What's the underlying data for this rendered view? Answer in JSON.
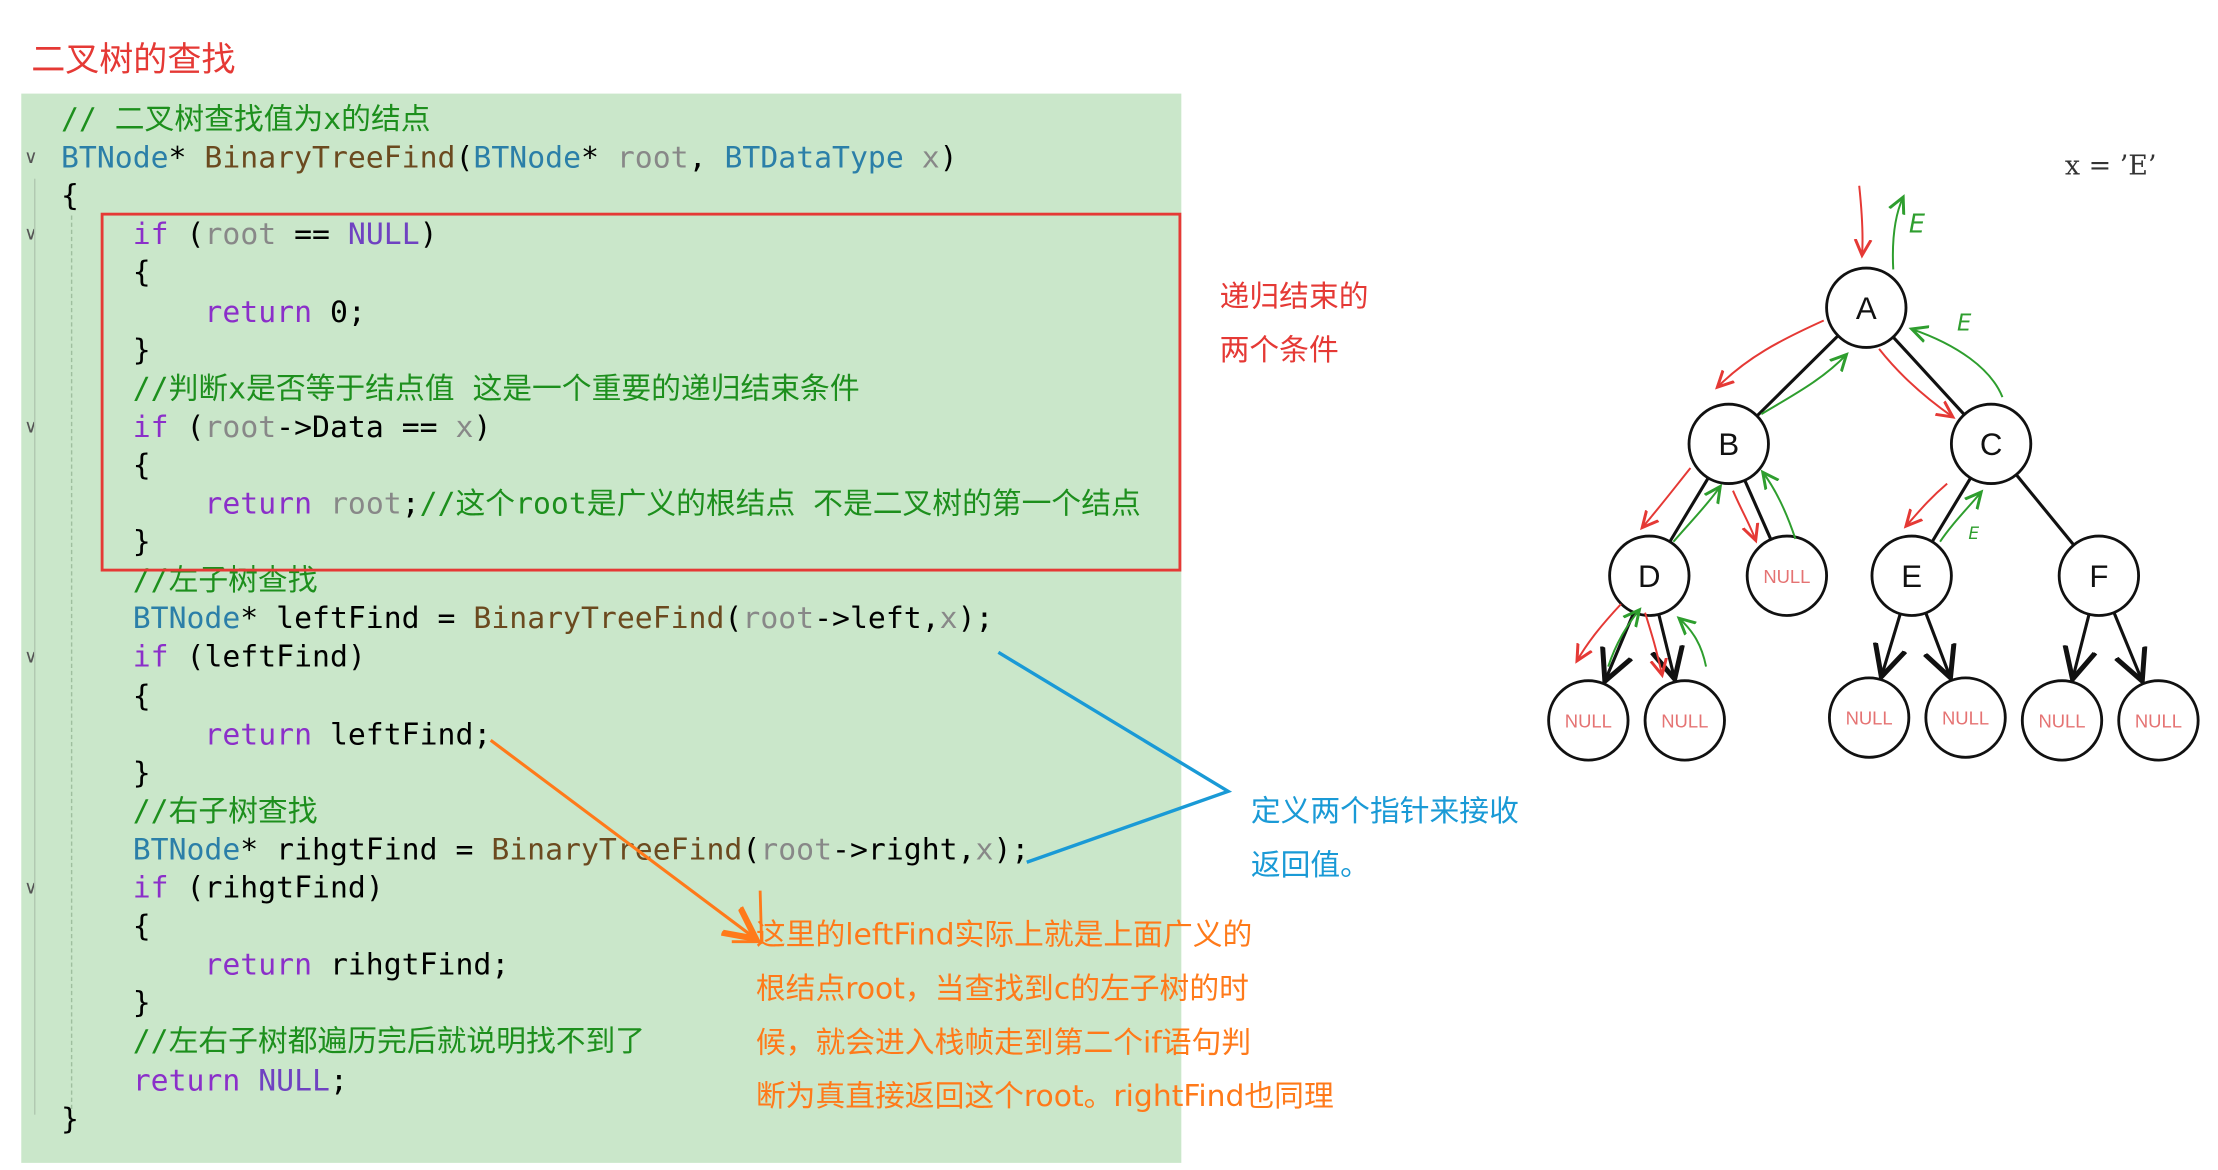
{
  "title": "二叉树的查找",
  "code_lines": [
    [
      {
        "t": "// 二叉树查找值为x的结点",
        "c": "cm"
      }
    ],
    [
      {
        "t": "BTNode",
        "c": "ty"
      },
      {
        "t": "* ",
        "c": "tx"
      },
      {
        "t": "BinaryTreeFind",
        "c": "fn"
      },
      {
        "t": "(",
        "c": "tx"
      },
      {
        "t": "BTNode",
        "c": "ty"
      },
      {
        "t": "* ",
        "c": "tx"
      },
      {
        "t": "root",
        "c": "var"
      },
      {
        "t": ", ",
        "c": "tx"
      },
      {
        "t": "BTDataType",
        "c": "ty"
      },
      {
        "t": " ",
        "c": "tx"
      },
      {
        "t": "x",
        "c": "var"
      },
      {
        "t": ")",
        "c": "tx"
      }
    ],
    [
      {
        "t": "{",
        "c": "tx"
      }
    ],
    [
      {
        "t": "    ",
        "c": "tx"
      },
      {
        "t": "if",
        "c": "kw"
      },
      {
        "t": " (",
        "c": "tx"
      },
      {
        "t": "root",
        "c": "var"
      },
      {
        "t": " == ",
        "c": "tx"
      },
      {
        "t": "NULL",
        "c": "con"
      },
      {
        "t": ")",
        "c": "tx"
      }
    ],
    [
      {
        "t": "    {",
        "c": "tx"
      }
    ],
    [
      {
        "t": "        ",
        "c": "tx"
      },
      {
        "t": "return",
        "c": "kw"
      },
      {
        "t": " 0;",
        "c": "tx"
      }
    ],
    [
      {
        "t": "    }",
        "c": "tx"
      }
    ],
    [
      {
        "t": "    ",
        "c": "tx"
      },
      {
        "t": "//判断x是否等于结点值 这是一个重要的递归结束条件",
        "c": "cm"
      }
    ],
    [
      {
        "t": "    ",
        "c": "tx"
      },
      {
        "t": "if",
        "c": "kw"
      },
      {
        "t": " (",
        "c": "tx"
      },
      {
        "t": "root",
        "c": "var"
      },
      {
        "t": "->Data == ",
        "c": "tx"
      },
      {
        "t": "x",
        "c": "var"
      },
      {
        "t": ")",
        "c": "tx"
      }
    ],
    [
      {
        "t": "    {",
        "c": "tx"
      }
    ],
    [
      {
        "t": "        ",
        "c": "tx"
      },
      {
        "t": "return",
        "c": "kw"
      },
      {
        "t": " ",
        "c": "tx"
      },
      {
        "t": "root",
        "c": "var"
      },
      {
        "t": ";",
        "c": "tx"
      },
      {
        "t": "//这个root是广义的根结点 不是二叉树的第一个结点",
        "c": "cm"
      }
    ],
    [
      {
        "t": "    }",
        "c": "tx"
      }
    ],
    [
      {
        "t": "    ",
        "c": "tx"
      },
      {
        "t": "//左子树查找",
        "c": "cm"
      }
    ],
    [
      {
        "t": "    ",
        "c": "tx"
      },
      {
        "t": "BTNode",
        "c": "ty"
      },
      {
        "t": "* leftFind = ",
        "c": "tx"
      },
      {
        "t": "BinaryTreeFind",
        "c": "fn"
      },
      {
        "t": "(",
        "c": "tx"
      },
      {
        "t": "root",
        "c": "var"
      },
      {
        "t": "->left,",
        "c": "tx"
      },
      {
        "t": "x",
        "c": "var"
      },
      {
        "t": ");",
        "c": "tx"
      }
    ],
    [
      {
        "t": "    ",
        "c": "tx"
      },
      {
        "t": "if",
        "c": "kw"
      },
      {
        "t": " (leftFind)",
        "c": "tx"
      }
    ],
    [
      {
        "t": "    {",
        "c": "tx"
      }
    ],
    [
      {
        "t": "        ",
        "c": "tx"
      },
      {
        "t": "return",
        "c": "kw"
      },
      {
        "t": " leftFind;",
        "c": "tx"
      }
    ],
    [
      {
        "t": "    }",
        "c": "tx"
      }
    ],
    [
      {
        "t": "    ",
        "c": "tx"
      },
      {
        "t": "//右子树查找",
        "c": "cm"
      }
    ],
    [
      {
        "t": "    ",
        "c": "tx"
      },
      {
        "t": "BTNode",
        "c": "ty"
      },
      {
        "t": "* rihgtFind = ",
        "c": "tx"
      },
      {
        "t": "BinaryTreeFind",
        "c": "fn"
      },
      {
        "t": "(",
        "c": "tx"
      },
      {
        "t": "root",
        "c": "var"
      },
      {
        "t": "->right,",
        "c": "tx"
      },
      {
        "t": "x",
        "c": "var"
      },
      {
        "t": ");",
        "c": "tx"
      }
    ],
    [
      {
        "t": "    ",
        "c": "tx"
      },
      {
        "t": "if",
        "c": "kw"
      },
      {
        "t": " (rihgtFind)",
        "c": "tx"
      }
    ],
    [
      {
        "t": "    {",
        "c": "tx"
      }
    ],
    [
      {
        "t": "        ",
        "c": "tx"
      },
      {
        "t": "return",
        "c": "kw"
      },
      {
        "t": " rihgtFind;",
        "c": "tx"
      }
    ],
    [
      {
        "t": "    }",
        "c": "tx"
      }
    ],
    [
      {
        "t": "    ",
        "c": "tx"
      },
      {
        "t": "//左右子树都遍历完后就说明找不到了",
        "c": "cm"
      }
    ],
    [
      {
        "t": "    ",
        "c": "tx"
      },
      {
        "t": "return",
        "c": "kw"
      },
      {
        "t": " ",
        "c": "tx"
      },
      {
        "t": "NULL",
        "c": "con"
      },
      {
        "t": ";",
        "c": "tx"
      }
    ],
    [
      {
        "t": "}",
        "c": "tx"
      }
    ]
  ],
  "fold_markers": [
    1,
    3,
    8,
    14,
    20
  ],
  "notes": {
    "recursion_end": "递归结束的\n两个条件",
    "pointers": "定义两个指针来接收\n返回值。",
    "leftfind_explain": "这里的leftFind实际上就是上面广义的\n根结点root，当查找到c的左子树的时\n候，就会进入栈帧走到第二个if语句判\n断为真直接返回这个root。rightFind也同理"
  },
  "tree": {
    "x_label": "x = ’E’",
    "nodes": [
      {
        "id": "A",
        "label": "A"
      },
      {
        "id": "B",
        "label": "B"
      },
      {
        "id": "C",
        "label": "C"
      },
      {
        "id": "D",
        "label": "D"
      },
      {
        "id": "BN",
        "label": "NULL"
      },
      {
        "id": "E",
        "label": "E"
      },
      {
        "id": "F",
        "label": "F"
      },
      {
        "id": "DL",
        "label": "NULL"
      },
      {
        "id": "DR",
        "label": "NULL"
      },
      {
        "id": "EL",
        "label": "NULL"
      },
      {
        "id": "ER",
        "label": "NULL"
      },
      {
        "id": "FL",
        "label": "NULL"
      },
      {
        "id": "FR",
        "label": "NULL"
      }
    ],
    "edges": [
      [
        "A",
        "B"
      ],
      [
        "A",
        "C"
      ],
      [
        "B",
        "D"
      ],
      [
        "B",
        "BN"
      ],
      [
        "C",
        "E"
      ],
      [
        "C",
        "F"
      ],
      [
        "D",
        "DL"
      ],
      [
        "D",
        "DR"
      ],
      [
        "E",
        "EL"
      ],
      [
        "E",
        "ER"
      ],
      [
        "F",
        "FL"
      ],
      [
        "F",
        "FR"
      ]
    ],
    "return_mark": "E"
  },
  "colors": {
    "title": "#e53935",
    "code_bg": "#cae7ca",
    "comment": "#1d8f1d",
    "keyword": "#8b2fc9",
    "type": "#2b7fa8",
    "call_arrow": "#e53935",
    "return_arrow": "#2e9e2e",
    "null_text": "#e57373",
    "annotation_blue": "#1a9ad6",
    "annotation_orange": "#ff7a1a"
  }
}
